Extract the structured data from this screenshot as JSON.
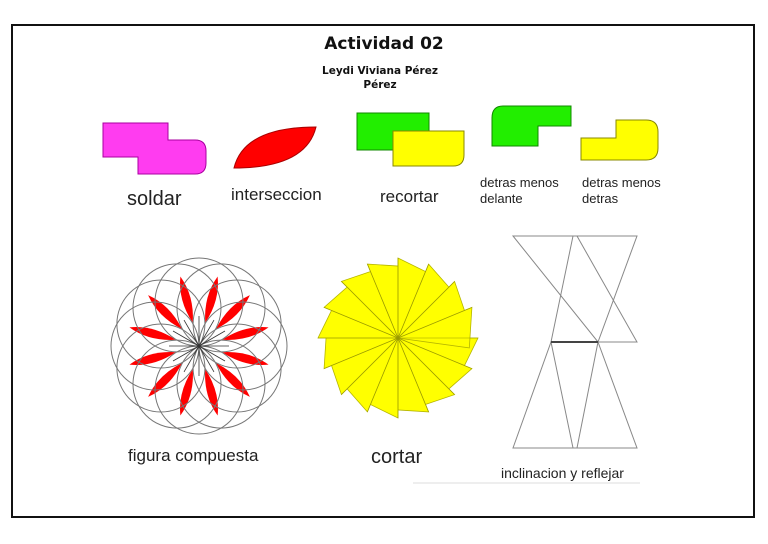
{
  "header": {
    "title": "Actividad 02",
    "author_line1": "Leydi Viviana Pérez",
    "author_line2": "Pérez"
  },
  "labels": {
    "soldar": "soldar",
    "interseccion": "interseccion",
    "recortar": "recortar",
    "detras_menos_delante": "detras menos delante",
    "delante_menos_detras": "detras menos detras",
    "figura_compuesta": "figura compuesta",
    "cortar": "cortar",
    "inclinacion": "inclinacion y reflejar"
  },
  "colors": {
    "magenta": "#ff3cf0",
    "red": "#ff0000",
    "green": "#22ee00",
    "yellow": "#ffff00",
    "outline": "#555555"
  }
}
